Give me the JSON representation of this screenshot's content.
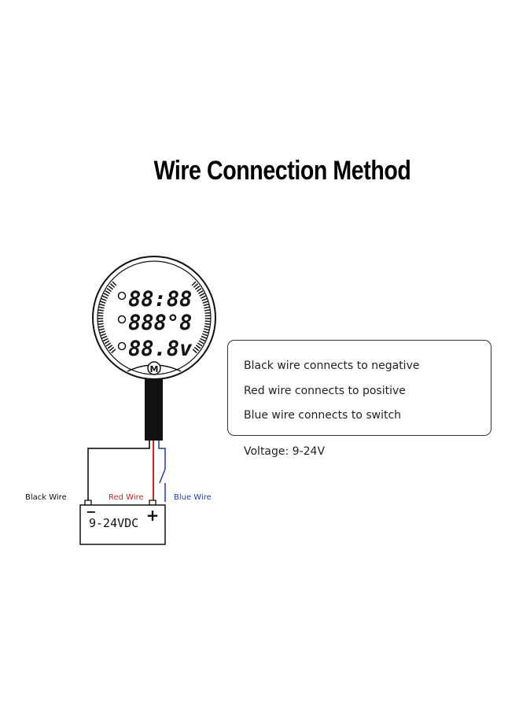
{
  "title": "Wire Connection Method",
  "info_box": {
    "lines": [
      "Black wire connects to negative",
      "Red wire connects to positive",
      "Blue wire connects to switch"
    ]
  },
  "voltage": "Voltage: 9-24V",
  "gauge": {
    "display_rows": [
      "88:88",
      "888°8",
      "88.8v"
    ],
    "logo_letter": "M"
  },
  "wire_labels": {
    "black": "Black Wire",
    "red": "Red Wire",
    "blue": "Blue Wire"
  },
  "battery": {
    "label": "9-24VDC",
    "negative": "−",
    "positive": "+"
  },
  "colors": {
    "black_wire": "#000000",
    "red_wire": "#d42020",
    "blue_wire": "#1f3fb0"
  }
}
